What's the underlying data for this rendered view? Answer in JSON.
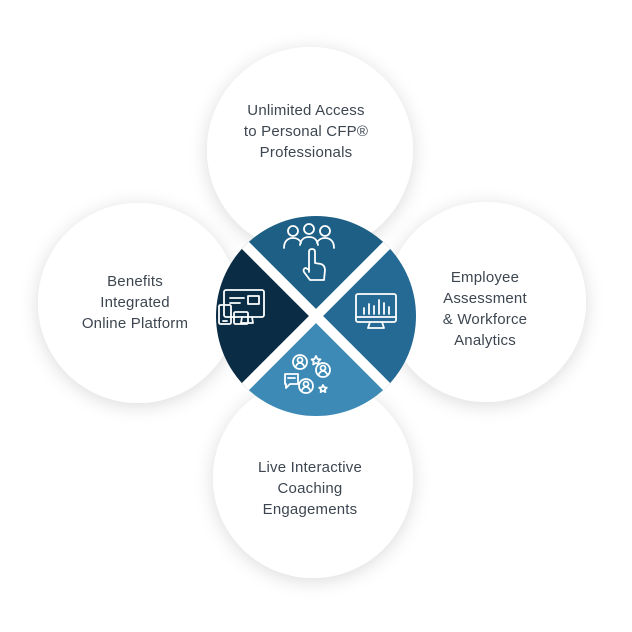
{
  "segments": [
    {
      "id": "top",
      "lines": [
        "Unlimited Access",
        "to Personal CFP®",
        "Professionals"
      ],
      "icon": "people-pointer-icon",
      "color": "#1d5f85"
    },
    {
      "id": "right",
      "lines": [
        "Employee",
        "Assessment",
        "& Workforce",
        "Analytics"
      ],
      "icon": "analytics-monitor-icon",
      "color": "#246a94"
    },
    {
      "id": "left",
      "lines": [
        "Benefits",
        "Integrated",
        "Online Platform"
      ],
      "icon": "online-platform-devices-icon",
      "color": "#0b2c45"
    },
    {
      "id": "bottom",
      "lines": [
        "Live Interactive",
        "Coaching",
        "Engagements"
      ],
      "icon": "coaching-chat-users-icon",
      "color": "#3c8ab5"
    }
  ],
  "colors": {
    "text": "#3d4650",
    "circle_fill": "#ffffff",
    "icon_stroke": "#ffffff"
  }
}
